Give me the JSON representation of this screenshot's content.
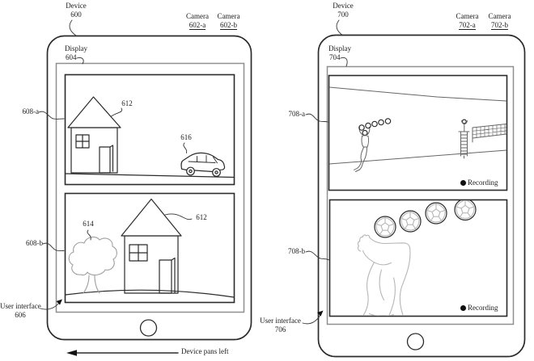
{
  "colors": {
    "ink": "#2b2b2b",
    "display_frame": "#8f8f8f",
    "light_sketch": "#b6b6b6",
    "background": "#ffffff"
  },
  "figure": {
    "left_device": {
      "device_label": "Device",
      "device_number": "600",
      "cameras": [
        {
          "label": "Camera",
          "number": "602-a"
        },
        {
          "label": "Camera",
          "number": "602-b"
        }
      ],
      "display": {
        "label": "Display",
        "number": "604"
      },
      "panel_a_ref": "608-a",
      "panel_b_ref": "608-b",
      "house_ref_top": "612",
      "car_ref": "616",
      "tree_ref": "614",
      "house_ref_bottom": "612",
      "user_interface": {
        "label": "User interface",
        "number": "606"
      }
    },
    "right_device": {
      "device_label": "Device",
      "device_number": "700",
      "cameras": [
        {
          "label": "Camera",
          "number": "702-a"
        },
        {
          "label": "Camera",
          "number": "702-b"
        }
      ],
      "display": {
        "label": "Display",
        "number": "704"
      },
      "panel_a_ref": "708-a",
      "panel_b_ref": "708-b",
      "recording_label": "Recording",
      "user_interface": {
        "label": "User interface",
        "number": "706"
      }
    },
    "footer": {
      "pan_caption": "Device pans left"
    }
  }
}
